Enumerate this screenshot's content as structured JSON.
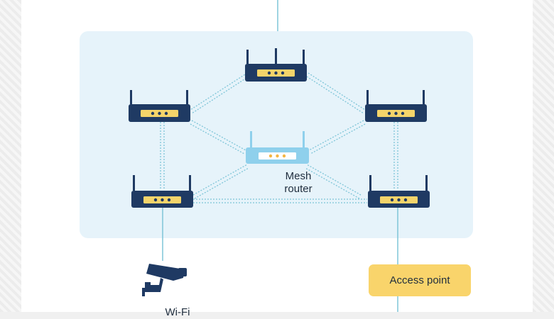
{
  "diagram": {
    "central_router_label": "Mesh\nrouter",
    "access_point_label": "Access point",
    "camera_label_partial": "Wi-Fi",
    "colors": {
      "mesh_area": "#e6f3fa",
      "router_body": "#1f3a63",
      "router_light_panel": "#f4d46a",
      "mesh_router_body": "#8fd0ec",
      "mesh_router_panel": "#ffffff",
      "link_lines": "#7ec5d8",
      "access_point_fill": "#f9d46b",
      "camera": "#1f3a63"
    },
    "icons": [
      "router-icon",
      "mesh-router-icon",
      "security-camera-icon"
    ]
  }
}
